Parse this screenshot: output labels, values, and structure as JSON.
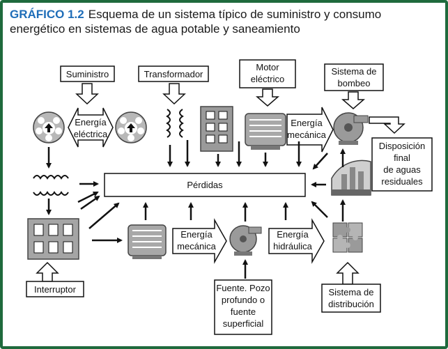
{
  "caption": {
    "number": "GRÁFICO 1.2",
    "text": "Esquema de un sistema típico de suministro y consumo energético en sistemas de agua potable y saneamiento"
  },
  "labels": {
    "suministro": "Suministro",
    "transformador": "Transformador",
    "motor_electrico": [
      "Motor",
      "eléctrico"
    ],
    "sistema_bombeo": [
      "Sistema de",
      "bombeo"
    ],
    "energia_electrica": [
      "Energía",
      "eléctrica"
    ],
    "energia_mecanica_top": [
      "Energía",
      "mecánica"
    ],
    "perdidas": "Pérdidas",
    "disposicion": [
      "Disposición",
      "final",
      "de aguas",
      "residuales"
    ],
    "energia_mecanica_bottom": [
      "Energía",
      "mecánica"
    ],
    "energia_hidraulica": [
      "Energía",
      "hidráulica"
    ],
    "interruptor": "Interruptor",
    "fuente": [
      "Fuente. Pozo",
      "profundo o",
      "fuente",
      "superficial"
    ],
    "sistema_distribucion": [
      "Sistema de",
      "distribución"
    ]
  }
}
